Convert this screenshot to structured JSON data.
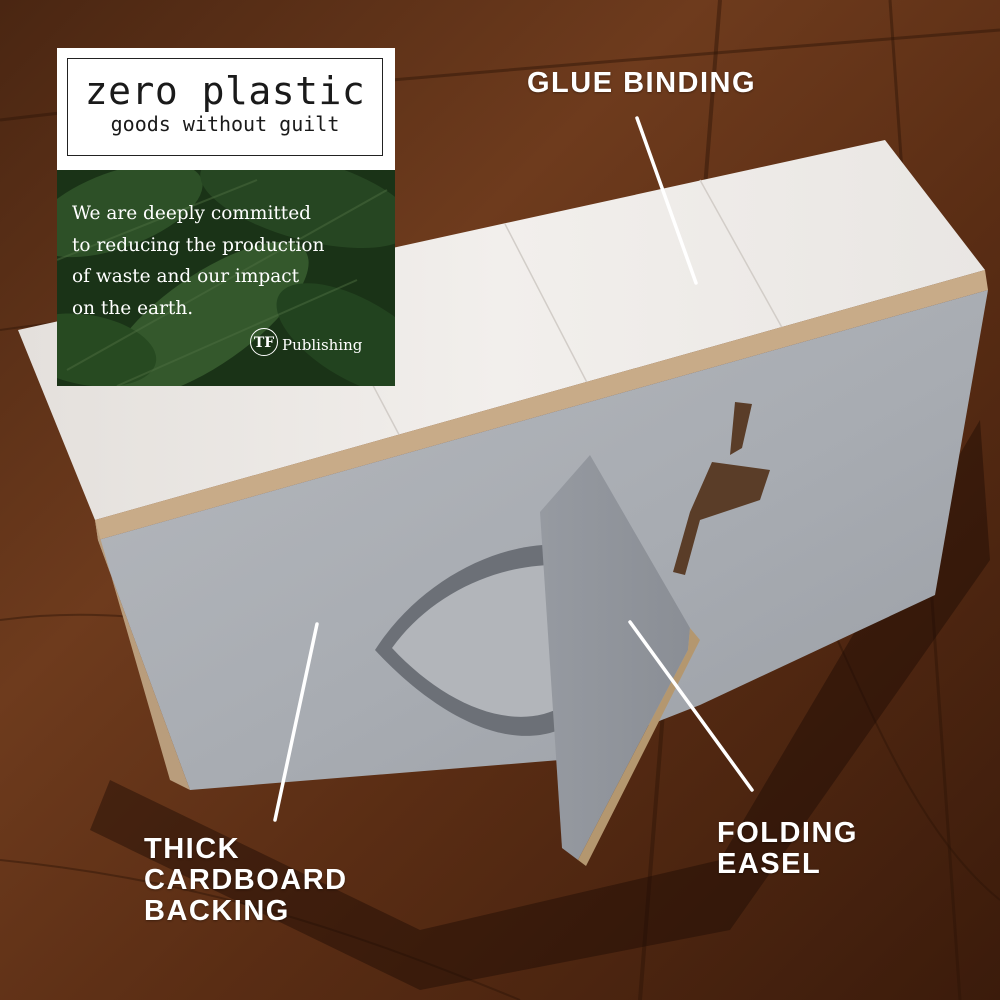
{
  "promo": {
    "brand_title": "zero plastic",
    "brand_tagline": "goods without guilt",
    "message_lines": [
      "We are deeply committed",
      "to reducing the production",
      "of waste and our impact",
      "on the earth."
    ],
    "publisher_mark": "TF",
    "publisher_name": "Publishing"
  },
  "callouts": {
    "glue_binding": "GLUE BINDING",
    "backing_lines": [
      "THICK",
      "CARDBOARD",
      "BACKING"
    ],
    "easel_lines": [
      "FOLDING",
      "EASEL"
    ]
  },
  "colors": {
    "wood_dark": "#3a1d0e",
    "wood_mid": "#6b3a1f",
    "card_gray": "#a9adb4",
    "page_edge": "#ebe7e2",
    "leaf_green": "#2f5a2c"
  }
}
